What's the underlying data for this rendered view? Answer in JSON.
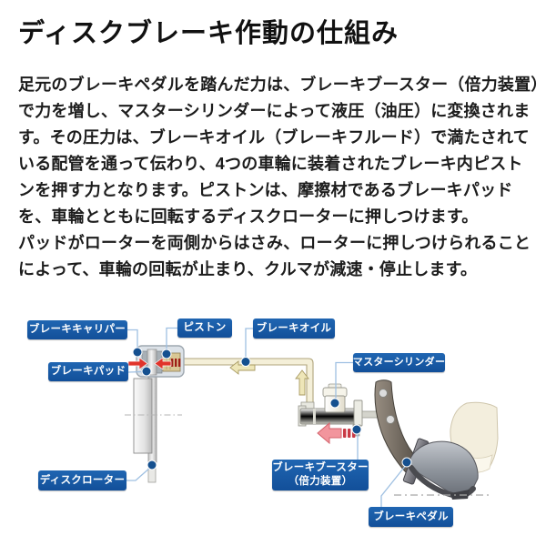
{
  "title": "ディスクブレーキ作動の仕組み",
  "body": {
    "lines": [
      "足元のブレーキペダルを踏んだ力は、ブレーキブースター（倍力装置）",
      "で力を増し、マスターシリンダーによって液圧（油圧）に変換されま",
      "す。その圧力は、ブレーキオイル（ブレーキフルード）で満たされて",
      "いる配管を通って伝わり、4つの車輪に装着されたブレーキ内ピスト",
      "ンを押す力となります。ピストンは、摩擦材であるブレーキパッド",
      "を、車輪とともに回転するディスクローターに押しつけます。",
      "パッドがローターを両側からはさみ、ローターに押しつけられること",
      "によって、車輪の回転が止まり、クルマが減速・停止します。"
    ]
  },
  "diagram": {
    "labels": {
      "caliper": "ブレーキキャリパー",
      "piston": "ピストン",
      "brake_oil": "ブレーキオイル",
      "brake_pad": "ブレーキパッド",
      "master_cylinder": "マスターシリンダー",
      "brake_booster_line1": "ブレーキブースター",
      "brake_booster_line2": "（倍力装置）",
      "brake_pedal": "ブレーキペダル",
      "disc_rotor": "ディスクローター"
    },
    "colors": {
      "label_bg": "#1656a2",
      "leader_line": "#9fc0e2",
      "anchor_dot": "#15508f",
      "force_arrow_red": "#e0342b",
      "booster_arrow_pink": "#f2959d",
      "pipe_fill": "#f4efd8",
      "pipe_edge": "#b0a57c"
    }
  }
}
